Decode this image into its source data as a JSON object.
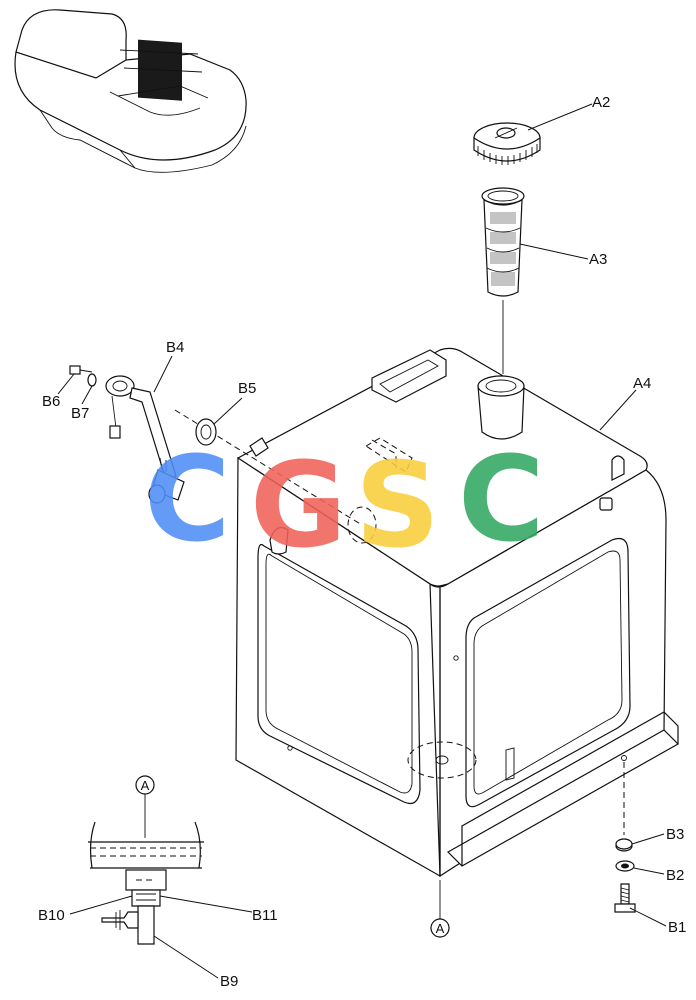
{
  "labels": {
    "a2": "A2",
    "a3": "A3",
    "a4": "A4",
    "b1": "B1",
    "b2": "B2",
    "b3": "B3",
    "b4": "B4",
    "b5": "B5",
    "b6": "B6",
    "b7": "B7",
    "b9": "B9",
    "b10": "B10",
    "b11": "B11"
  },
  "detail_marker": "A",
  "watermark": {
    "letters": [
      "C",
      "G",
      "S",
      "C"
    ],
    "colors": [
      "#4f8ef7",
      "#f0625a",
      "#f9cf3b",
      "#32a862"
    ]
  }
}
